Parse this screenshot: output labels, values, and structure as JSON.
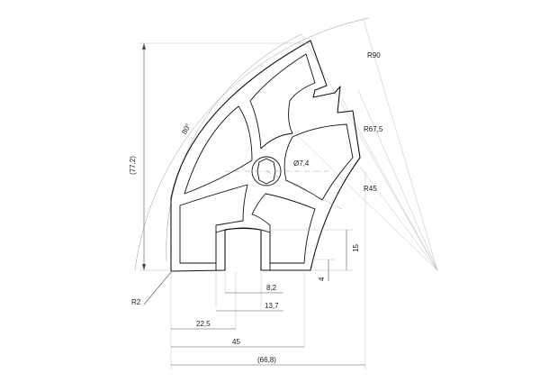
{
  "labels": {
    "r90": "R90",
    "r67_5": "R67,5",
    "r45": "R45",
    "diameter": "Ø7,4",
    "angle": "80°",
    "height": "(77,2)",
    "r2": "R2",
    "dim_15": "15",
    "dim_4": "4",
    "dim_8_2": "8,2",
    "dim_13_7": "13,7",
    "dim_22_5": "22,5",
    "dim_45": "45",
    "dim_66_8": "(66,8)"
  }
}
